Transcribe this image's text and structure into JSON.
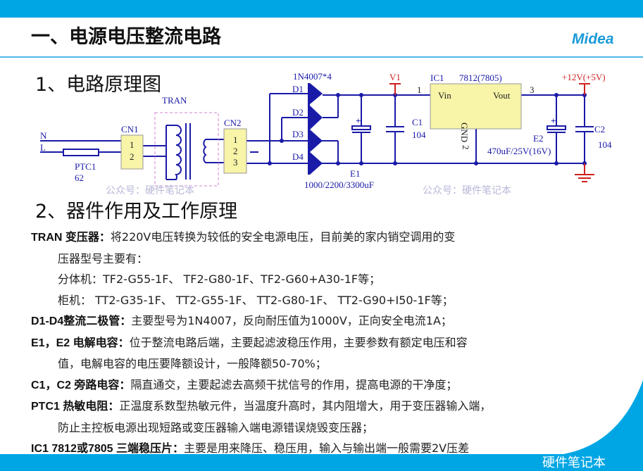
{
  "header": {
    "title": "一、电源电压整流电路",
    "logo": "Midea"
  },
  "section1": "1、电路原理图",
  "section2": "2、器件作用及工作原理",
  "circuit": {
    "N": "N",
    "L": "L",
    "CN1": "CN1",
    "cn1_pins": [
      "1",
      "2"
    ],
    "PTC1": "PTC1",
    "ptc_val": "62",
    "TRAN": "TRAN",
    "CN2": "CN2",
    "cn2_pins": [
      "1",
      "2",
      "3"
    ],
    "diodes_part": "1N4007*4",
    "D1": "D1",
    "D2": "D2",
    "D3": "D3",
    "D4": "D4",
    "E1": "E1",
    "e1_val": "1000/2200/3300uF",
    "V1": "V1",
    "C1": "C1",
    "c1_val": "104",
    "IC1": "IC1",
    "ic_part": "7812(7805)",
    "pin1": "1",
    "pin3": "3",
    "vin": "Vin",
    "vout": "Vout",
    "gnd": "GND",
    "pin2": "2",
    "E2": "E2",
    "e2_val": "470uF/25V(16V)",
    "C2": "C2",
    "c2_val": "104",
    "out": "+12V(+5V)"
  },
  "watermark": {
    "diagram": "公众号：硬件笔记本",
    "corner": "硬件笔记本"
  },
  "body": {
    "l1_b": "TRAN 变压器：",
    "l1": "将220V电压转换为较低的安全电源电压，目前美的家内销空调用的变",
    "l2": "压器型号主要有：",
    "l3": "分体机：TF2-G55-1F、 TF2-G80-1F、TF2-G60+A30-1F等；",
    "l4": "柜机： TT2-G35-1F、 TT2-G55-1F、 TT2-G80-1F、 TT2-G90+I50-1F等；",
    "l5_b": "D1-D4整流二极管：",
    "l5": "主要型号为1N4007，反向耐压值为1000V，正向安全电流1A；",
    "l6_b": "E1，E2 电解电容：",
    "l6": "位于整流电路后端，主要起滤波稳压作用，主要参数有额定电压和容",
    "l7": "值，电解电容的电压要降额设计，一般降额50-70%；",
    "l8_b": "C1，C2  旁路电容：",
    "l8": "隔直通交，主要起滤去高频干扰信号的作用，提高电源的干净度；",
    "l9_b": "PTC1 热敏电阻：",
    "l9": "正温度系数型热敏元件，当温度升高时，其内阻增大，用于变压器输入端，",
    "l10": "防止主控板电源出现短路或变压器输入端电源错误烧毁变压器；",
    "l11_b": "IC1 7812或7805 三端稳压片：",
    "l11": "主要是用来降压、稳压用，输入与输出端一般需要2V压差"
  }
}
